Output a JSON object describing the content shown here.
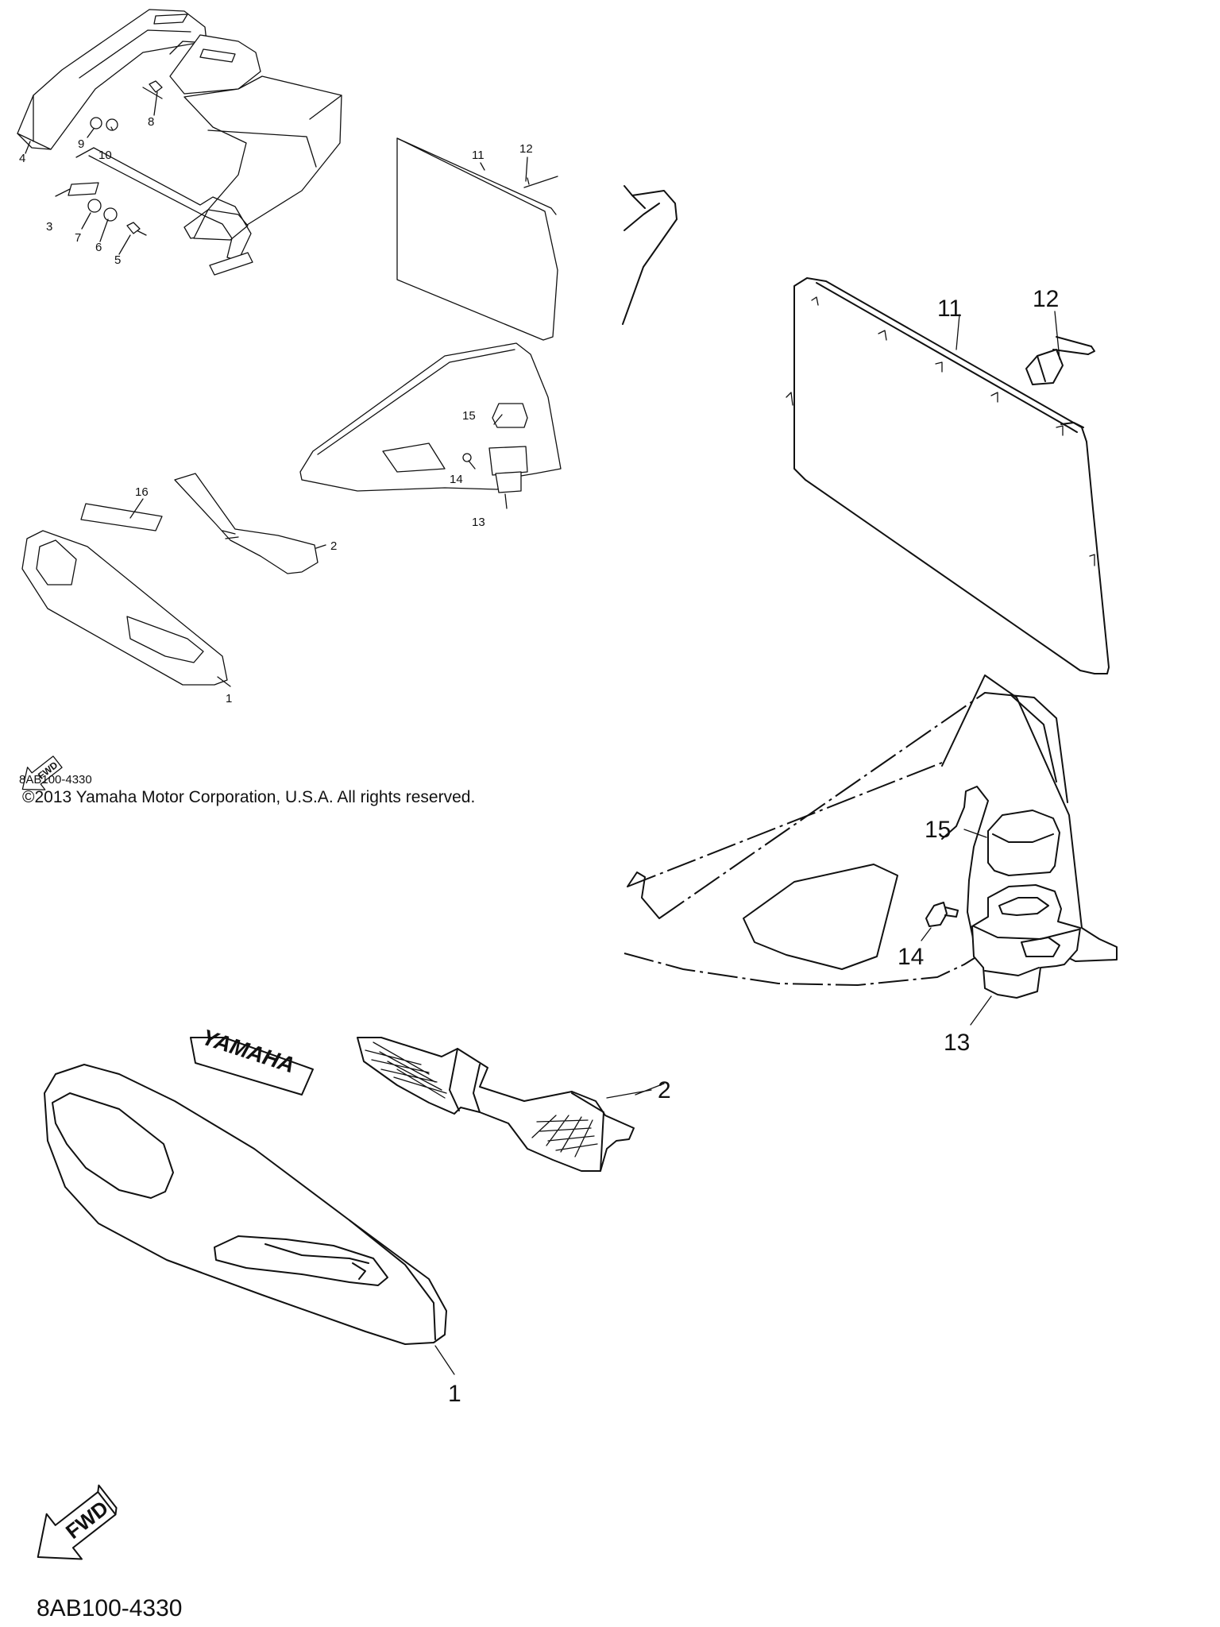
{
  "diagram": {
    "part_code_small": "8AB100-4330",
    "copyright": "©2013 Yamaha Motor Corporation, U.S.A. All rights reserved.",
    "part_code_large": "8AB100-4330",
    "fwd_label": "FWD",
    "brand_text": "YAMAHA",
    "callouts_large": [
      "11",
      "12",
      "15",
      "14",
      "13",
      "2",
      "1"
    ],
    "callouts_small": [
      "4",
      "9",
      "10",
      "8",
      "3",
      "7",
      "6",
      "5",
      "11",
      "12",
      "15",
      "14",
      "13",
      "16",
      "2",
      "1"
    ]
  }
}
